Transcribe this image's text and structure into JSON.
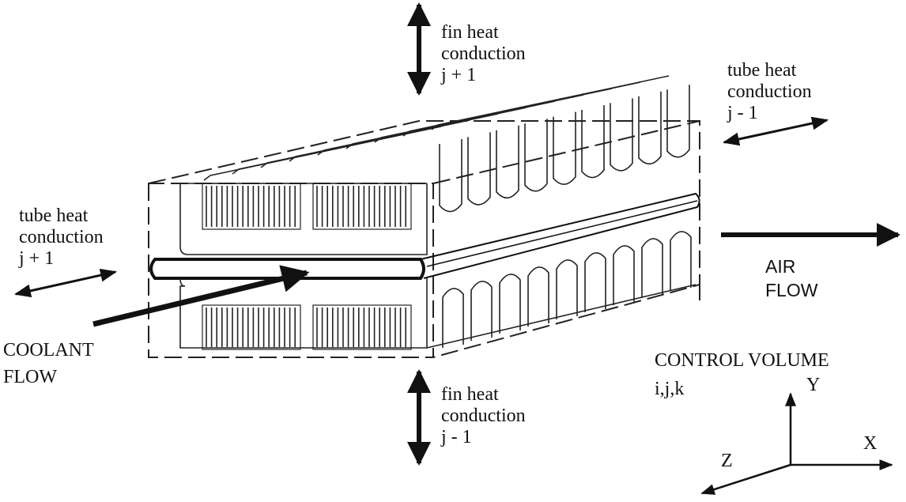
{
  "labels": {
    "fin_top": [
      "fin heat",
      "conduction",
      "j + 1"
    ],
    "fin_bottom": [
      "fin heat",
      "conduction",
      "j - 1"
    ],
    "tube_right": [
      "tube heat",
      "conduction",
      "j - 1"
    ],
    "tube_left": [
      "tube heat",
      "conduction",
      "j + 1"
    ],
    "air_flow": [
      "AIR",
      "FLOW"
    ],
    "coolant_flow": [
      "COOLANT",
      "FLOW"
    ],
    "control_volume": [
      "CONTROL VOLUME",
      "i,j,k"
    ],
    "axes": {
      "x": "X",
      "y": "Y",
      "z": "Z"
    }
  },
  "colors": {
    "ink": "#111111",
    "background": "#ffffff"
  }
}
